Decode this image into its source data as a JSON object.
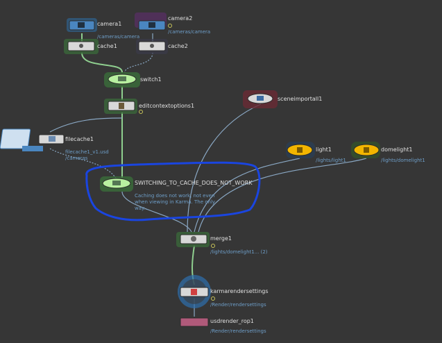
{
  "nodes": {
    "camera1": {
      "name": "camera1",
      "path": "/cameras/camera"
    },
    "camera2": {
      "name": "camera2",
      "path": "/cameras/camera"
    },
    "cache1": {
      "name": "cache1"
    },
    "cache2": {
      "name": "cache2"
    },
    "switch1": {
      "name": "switch1"
    },
    "editcontextoptions1": {
      "name": "editcontextoptions1"
    },
    "sceneimportall1": {
      "name": "sceneimportall1"
    },
    "filecache1": {
      "name": "filecache1",
      "file": "filecache1_v1.usd",
      "path": "/cameras"
    },
    "light1": {
      "name": "light1",
      "path": "/lights/light1"
    },
    "domelight1": {
      "name": "domelight1",
      "path": "/lights/domelight1"
    },
    "switching": {
      "name": "SWITCHING_TO_CACHE_DOES_NOT_WORK",
      "comment": "Caching does not work, not even when viewing in Karma. The only way..."
    },
    "merge1": {
      "name": "merge1",
      "path": "/lights/domelight1... (2)"
    },
    "karma": {
      "name": "karmarendersettings",
      "path": "/Render/rendersettings"
    },
    "rop": {
      "name": "usdrender_rop1",
      "path": "/Render/rendersettings"
    }
  },
  "colors": {
    "background": "#363636",
    "wire": "#8aa8c4",
    "selected_wire": "#8fcf8f",
    "annotation": "#1a45e0",
    "light_bulb": "#f2b500",
    "render_accent": "#d04040"
  }
}
